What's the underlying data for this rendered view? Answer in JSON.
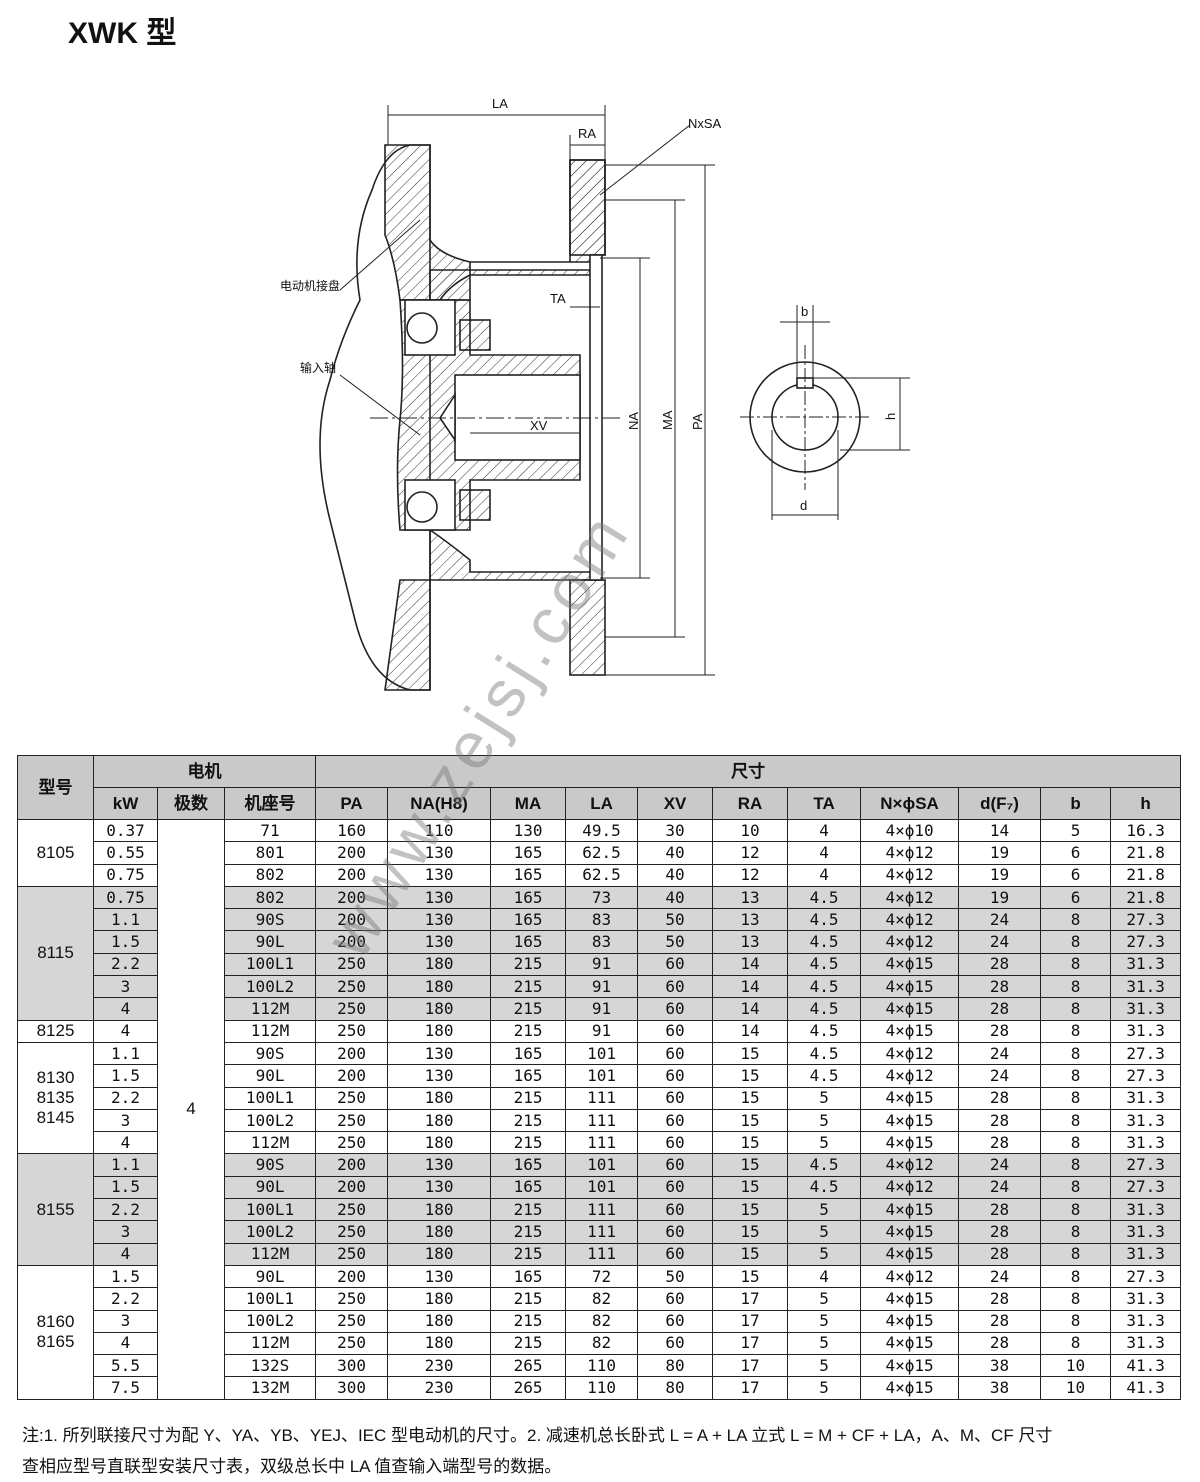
{
  "title": "XWK 型",
  "drawing": {
    "labels": {
      "LA": "LA",
      "RA": "RA",
      "NxSA": "NxSA",
      "TA": "TA",
      "XV": "XV",
      "NA": "NA",
      "MA": "MA",
      "PA": "PA",
      "b": "b",
      "h": "h",
      "d": "d",
      "motor_flange": "电动机接盘",
      "input_shaft": "输入轴"
    }
  },
  "watermark": "www.zejsj.com",
  "table": {
    "group_headers": {
      "model": "型号",
      "motor": "电机",
      "dims": "尺寸"
    },
    "columns": [
      "kW",
      "极数",
      "机座号",
      "PA",
      "NA(H8)",
      "MA",
      "LA",
      "XV",
      "RA",
      "TA",
      "N×ϕSA",
      "d(F₇)",
      "b",
      "h"
    ],
    "pole_value": "4",
    "groups": [
      {
        "model": "8105",
        "shaded": false,
        "rows": [
          [
            "0.37",
            "71",
            "160",
            "110",
            "130",
            "49.5",
            "30",
            "10",
            "4",
            "4×ϕ10",
            "14",
            "5",
            "16.3"
          ],
          [
            "0.55",
            "801",
            "200",
            "130",
            "165",
            "62.5",
            "40",
            "12",
            "4",
            "4×ϕ12",
            "19",
            "6",
            "21.8"
          ],
          [
            "0.75",
            "802",
            "200",
            "130",
            "165",
            "62.5",
            "40",
            "12",
            "4",
            "4×ϕ12",
            "19",
            "6",
            "21.8"
          ]
        ]
      },
      {
        "model": "8115",
        "shaded": true,
        "rows": [
          [
            "0.75",
            "802",
            "200",
            "130",
            "165",
            "73",
            "40",
            "13",
            "4.5",
            "4×ϕ12",
            "19",
            "6",
            "21.8"
          ],
          [
            "1.1",
            "90S",
            "200",
            "130",
            "165",
            "83",
            "50",
            "13",
            "4.5",
            "4×ϕ12",
            "24",
            "8",
            "27.3"
          ],
          [
            "1.5",
            "90L",
            "200",
            "130",
            "165",
            "83",
            "50",
            "13",
            "4.5",
            "4×ϕ12",
            "24",
            "8",
            "27.3"
          ],
          [
            "2.2",
            "100L1",
            "250",
            "180",
            "215",
            "91",
            "60",
            "14",
            "4.5",
            "4×ϕ15",
            "28",
            "8",
            "31.3"
          ],
          [
            "3",
            "100L2",
            "250",
            "180",
            "215",
            "91",
            "60",
            "14",
            "4.5",
            "4×ϕ15",
            "28",
            "8",
            "31.3"
          ],
          [
            "4",
            "112M",
            "250",
            "180",
            "215",
            "91",
            "60",
            "14",
            "4.5",
            "4×ϕ15",
            "28",
            "8",
            "31.3"
          ]
        ]
      },
      {
        "model": "8125",
        "shaded": false,
        "rows": [
          [
            "4",
            "112M",
            "250",
            "180",
            "215",
            "91",
            "60",
            "14",
            "4.5",
            "4×ϕ15",
            "28",
            "8",
            "31.3"
          ]
        ]
      },
      {
        "model": "8130\n8135\n8145",
        "shaded": false,
        "rows": [
          [
            "1.1",
            "90S",
            "200",
            "130",
            "165",
            "101",
            "60",
            "15",
            "4.5",
            "4×ϕ12",
            "24",
            "8",
            "27.3"
          ],
          [
            "1.5",
            "90L",
            "200",
            "130",
            "165",
            "101",
            "60",
            "15",
            "4.5",
            "4×ϕ12",
            "24",
            "8",
            "27.3"
          ],
          [
            "2.2",
            "100L1",
            "250",
            "180",
            "215",
            "111",
            "60",
            "15",
            "5",
            "4×ϕ15",
            "28",
            "8",
            "31.3"
          ],
          [
            "3",
            "100L2",
            "250",
            "180",
            "215",
            "111",
            "60",
            "15",
            "5",
            "4×ϕ15",
            "28",
            "8",
            "31.3"
          ],
          [
            "4",
            "112M",
            "250",
            "180",
            "215",
            "111",
            "60",
            "15",
            "5",
            "4×ϕ15",
            "28",
            "8",
            "31.3"
          ]
        ]
      },
      {
        "model": "8155",
        "shaded": true,
        "rows": [
          [
            "1.1",
            "90S",
            "200",
            "130",
            "165",
            "101",
            "60",
            "15",
            "4.5",
            "4×ϕ12",
            "24",
            "8",
            "27.3"
          ],
          [
            "1.5",
            "90L",
            "200",
            "130",
            "165",
            "101",
            "60",
            "15",
            "4.5",
            "4×ϕ12",
            "24",
            "8",
            "27.3"
          ],
          [
            "2.2",
            "100L1",
            "250",
            "180",
            "215",
            "111",
            "60",
            "15",
            "5",
            "4×ϕ15",
            "28",
            "8",
            "31.3"
          ],
          [
            "3",
            "100L2",
            "250",
            "180",
            "215",
            "111",
            "60",
            "15",
            "5",
            "4×ϕ15",
            "28",
            "8",
            "31.3"
          ],
          [
            "4",
            "112M",
            "250",
            "180",
            "215",
            "111",
            "60",
            "15",
            "5",
            "4×ϕ15",
            "28",
            "8",
            "31.3"
          ]
        ]
      },
      {
        "model": "8160\n8165",
        "shaded": false,
        "rows": [
          [
            "1.5",
            "90L",
            "200",
            "130",
            "165",
            "72",
            "50",
            "15",
            "4",
            "4×ϕ12",
            "24",
            "8",
            "27.3"
          ],
          [
            "2.2",
            "100L1",
            "250",
            "180",
            "215",
            "82",
            "60",
            "17",
            "5",
            "4×ϕ15",
            "28",
            "8",
            "31.3"
          ],
          [
            "3",
            "100L2",
            "250",
            "180",
            "215",
            "82",
            "60",
            "17",
            "5",
            "4×ϕ15",
            "28",
            "8",
            "31.3"
          ],
          [
            "4",
            "112M",
            "250",
            "180",
            "215",
            "82",
            "60",
            "17",
            "5",
            "4×ϕ15",
            "28",
            "8",
            "31.3"
          ],
          [
            "5.5",
            "132S",
            "300",
            "230",
            "265",
            "110",
            "80",
            "17",
            "5",
            "4×ϕ15",
            "38",
            "10",
            "41.3"
          ],
          [
            "7.5",
            "132M",
            "300",
            "230",
            "265",
            "110",
            "80",
            "17",
            "5",
            "4×ϕ15",
            "38",
            "10",
            "41.3"
          ]
        ]
      }
    ]
  },
  "notes": {
    "line1": "注:1. 所列联接尺寸为配 Y、YA、YB、YEJ、IEC 型电动机的尺寸。2. 减速机总长卧式 L = A + LA 立式 L = M + CF + LA，A、M、CF 尺寸",
    "line2": "查相应型号直联型安装尺寸表，双级总长中 LA 值查输入端型号的数据。"
  }
}
